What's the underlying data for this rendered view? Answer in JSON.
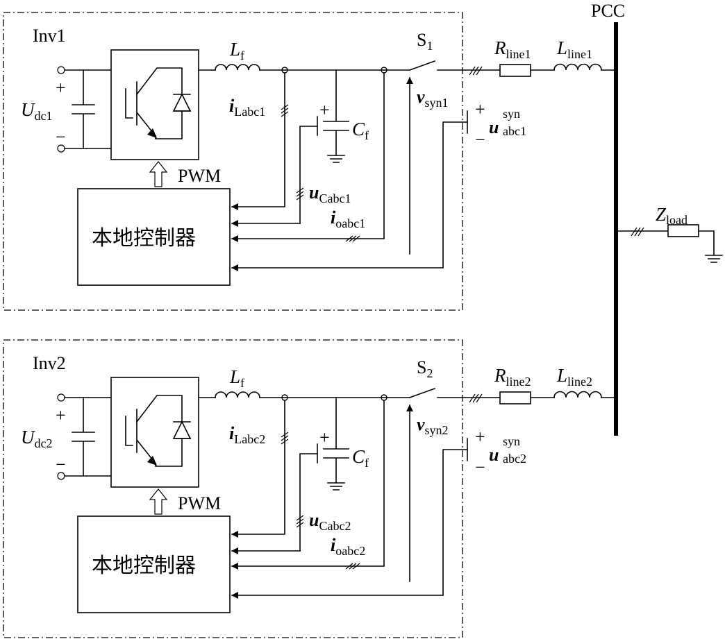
{
  "pcc_label": "PCC",
  "inverters": [
    {
      "name": "Inv1",
      "udc_sym": "U",
      "udc_sub": "dc1",
      "plus": "+",
      "minus": "−",
      "lf_sym": "L",
      "lf_sub": "f",
      "cf_sym": "C",
      "cf_sub": "f",
      "il_sym": "i",
      "il_sub": "Labc1",
      "uc_sym": "u",
      "uc_sub": "Cabc1",
      "io_sym": "i",
      "io_sub": "oabc1",
      "sw_sym": "S",
      "sw_sub": "1",
      "v_sym": "v",
      "v_sub": "syn1",
      "usyn_sym": "u",
      "usyn_sup": "syn",
      "usyn_sub": "abc1",
      "r_sym": "R",
      "r_sub": "line1",
      "l_sym": "L",
      "l_sub": "line1",
      "pwm": "PWM",
      "controller": "本地控制器"
    },
    {
      "name": "Inv2",
      "udc_sym": "U",
      "udc_sub": "dc2",
      "plus": "+",
      "minus": "−",
      "lf_sym": "L",
      "lf_sub": "f",
      "cf_sym": "C",
      "cf_sub": "f",
      "il_sym": "i",
      "il_sub": "Labc2",
      "uc_sym": "u",
      "uc_sub": "Cabc2",
      "io_sym": "i",
      "io_sub": "oabc2",
      "sw_sym": "S",
      "sw_sub": "2",
      "v_sym": "v",
      "v_sub": "syn2",
      "usyn_sym": "u",
      "usyn_sup": "syn",
      "usyn_sub": "abc2",
      "r_sym": "R",
      "r_sub": "line2",
      "l_sym": "L",
      "l_sub": "line2",
      "pwm": "PWM",
      "controller": "本地控制器"
    }
  ],
  "load": {
    "sym": "Z",
    "sub": "load"
  }
}
